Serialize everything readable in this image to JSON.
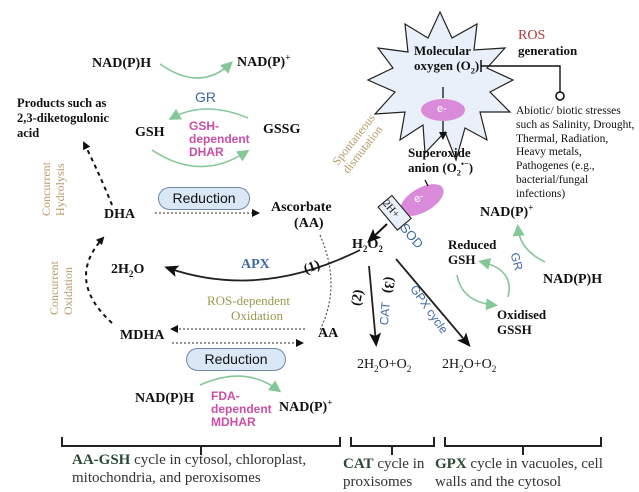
{
  "title": "Ascorbate-glutathione, catalase and glutathione peroxidase ROS detoxification pathways",
  "ros": {
    "heading": "ROS",
    "heading2": "generation",
    "star_label_line1": "Molecular",
    "star_label_line2": "oxygen (O",
    "star_label_sub": "2",
    "star_label_end": ")",
    "electron": "e-",
    "stress_text": "Abiotic/ biotic stresses such as Salinity, Drought, Thermal, Radiation, Heavy metals, Pathogenes (e.g., bacterial/fungal infections)"
  },
  "superoxide": {
    "line1": "Superoxide",
    "line2": "anion (O",
    "sub": "2",
    "sup": "•−",
    "end": ")",
    "electron": "e-",
    "proton_box": "2H+",
    "enzyme": "SOD",
    "spont1": "Spontaneous",
    "spont2": "dismutation"
  },
  "h2o2": {
    "base": "H",
    "sub1": "2",
    "mid": "O",
    "sub2": "2"
  },
  "gr_cycle_top": {
    "nadph": "NAD(P)H",
    "nadp": "NAD(P)",
    "nadp_sup": "+",
    "enzyme": "GR",
    "gsh": "GSH",
    "gssg": "GSSG",
    "dhar_line1": "GSH-",
    "dhar_line2": "dependent",
    "dhar_line3": "DHAR"
  },
  "left": {
    "products_line1": "Products such as",
    "products_line2": "2,3-diketogulonic",
    "products_line3": "acid",
    "hydrolysis1": "Concurrent",
    "hydrolysis2": "Hydrolysis",
    "oxidation1": "Concurrent",
    "oxidation2": "Oxidation",
    "dha": "DHA",
    "water": "2H",
    "water_sub": "2",
    "water_end": "O",
    "mdha": "MDHA"
  },
  "center": {
    "reduction_top": "Reduction",
    "ascorbate1": "Ascorbate",
    "ascorbate2": "(AA)",
    "apx": "APX",
    "step1": "(1)",
    "ros_ox1": "ROS-dependent",
    "ros_ox2": "Oxidation",
    "aa": "AA",
    "reduction_bottom": "Reduction"
  },
  "mdhar": {
    "nadph": "NAD(P)H",
    "nadp": "NAD(P)",
    "nadp_sup": "+",
    "line1": "FDA-",
    "line2": "dependent",
    "line3": "MDHAR"
  },
  "cat": {
    "step": "(2)",
    "enzyme": "CAT",
    "product": "2H",
    "p_sub1": "2",
    "p_mid": "O+O",
    "p_sub2": "2"
  },
  "gpx": {
    "step": "(3)",
    "label": "GPX cycle",
    "product": "2H",
    "p_sub1": "2",
    "p_mid": "O+O",
    "p_sub2": "2",
    "nadp": "NAD(P)",
    "nadp_sup": "+",
    "reduced1": "Reduced",
    "reduced2": "GSH",
    "gr": "GR",
    "nadph": "NAD(P)H",
    "oxidised1": "Oxidised",
    "oxidised2": "GSSH"
  },
  "footer": [
    {
      "key": "AA-GSH",
      "text": " cycle in cytosol, chloroplast, mitochondria, and peroxisomes"
    },
    {
      "key": "CAT",
      "text": " cycle in proxisomes"
    },
    {
      "key": "GPX",
      "text": " cycle in vacuoles, cell walls and the cytosol"
    }
  ],
  "colors": {
    "enzyme_blue": "#3d6aa6",
    "enzyme_magenta": "#c84fa6",
    "ros_red": "#b33a3a",
    "oxidation_olive": "#9b9950",
    "spontaneous_tan": "#b89a68",
    "cycle_green": "#7cc08f",
    "electron_violet": "#d98ad8",
    "star_fill": "#e9f0f9"
  }
}
